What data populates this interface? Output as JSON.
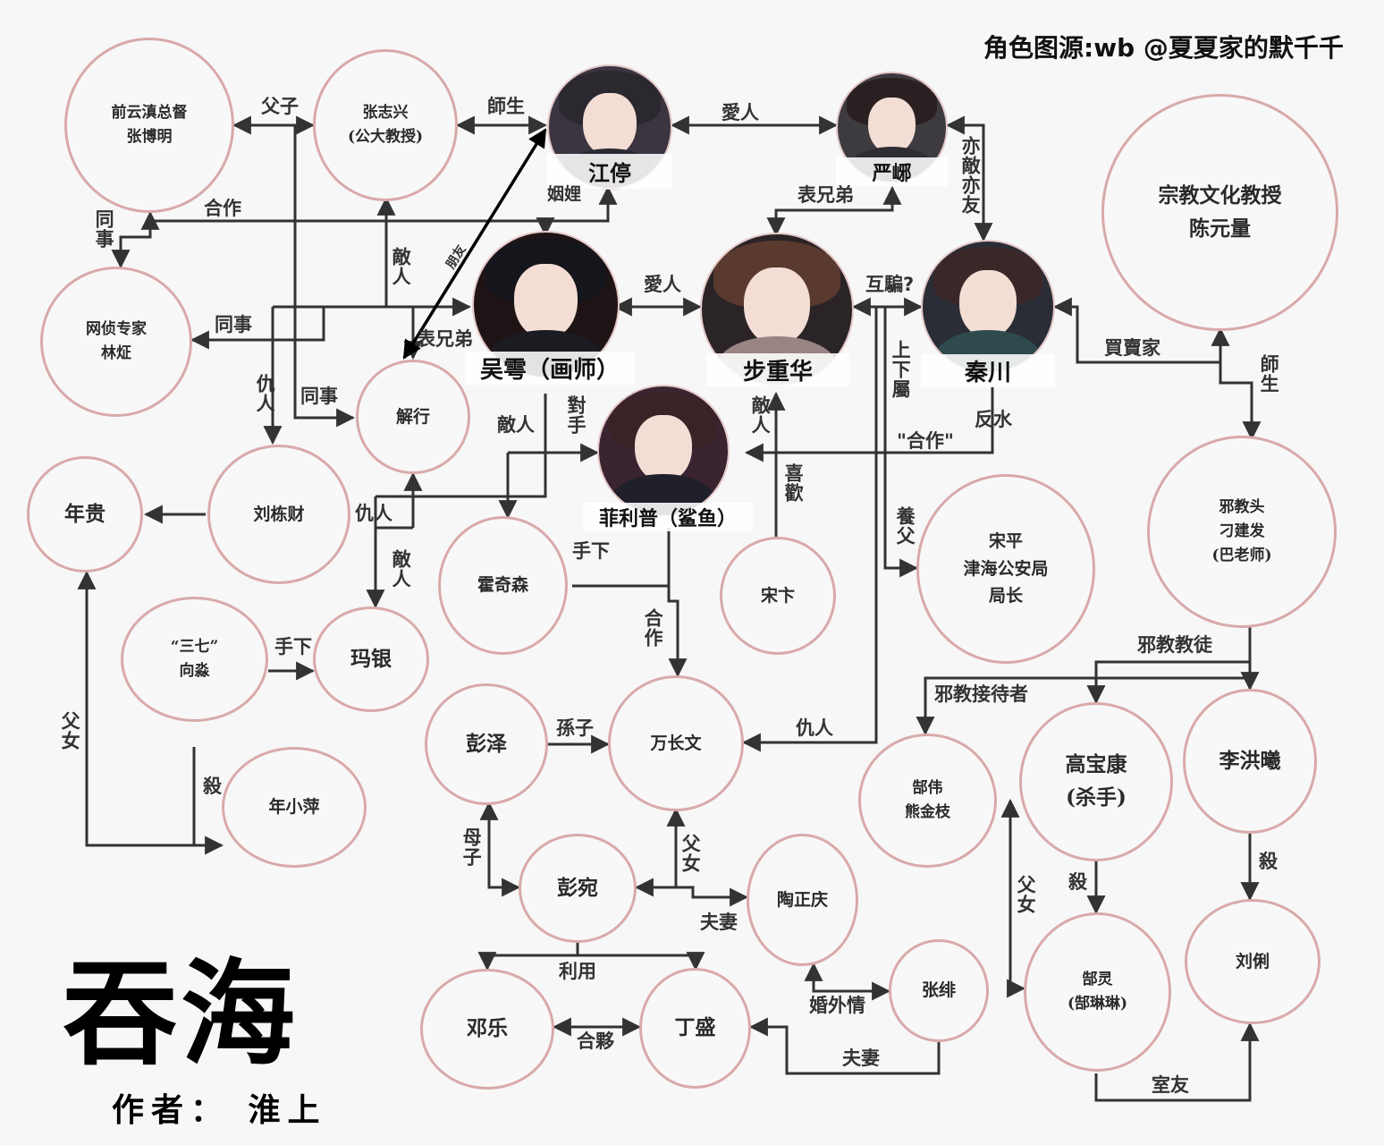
{
  "credit": "角色图源:wb @夏夏家的默千千",
  "title": "吞海",
  "author": "作者：  淮上",
  "characters": {
    "jiang_ting": "江停",
    "yan_xie": "严峫",
    "wu_yu": "吴雩（画师）",
    "bu_chonghua": "步重华",
    "qin_chuan": "秦川",
    "philip": "菲利普（鲨鱼）",
    "zhang_boming": "前云滇总督\n张博明",
    "zhang_zhixing": "张志兴\n(公大教授)",
    "lin_zhi": "网侦专家\n林炡",
    "xie_hang": "解行",
    "nian_gui": "年贵",
    "liu_dongcai": "刘栋财",
    "huo_qisen": "霍奇森",
    "song_bian": "宋卞",
    "song_ping": "宋平\n津海公安局\n局长",
    "chen_yuanliang": "宗教文化教授\n陈元量",
    "diao_jianfa": "邪教头\n刁建发\n(巴老师)",
    "xiang_miao": "“三七”\n向淼",
    "ma_yin": "玛银",
    "nian_xiaoping": "年小萍",
    "peng_ze": "彭泽",
    "wan_changwen": "万长文",
    "peng_wan": "彭宛",
    "tao_zhengqing": "陶正庆",
    "deng_le": "邓乐",
    "ding_sheng": "丁盛",
    "zhang_fei": "张绯",
    "bu_wei": "郜伟\n熊金枝",
    "gao_baokang": "高宝康\n(杀手)",
    "li_hongxi": "李洪曦",
    "gao_ling": "郜灵\n(郜琳琳)",
    "liu_li": "刘俐"
  },
  "relations": {
    "father_son": "父子",
    "teacher_student_1": "師生",
    "lovers_1": "愛人",
    "frenemy": "亦敵亦友",
    "colleague_1": "同事",
    "cooperation_1": "合作",
    "in_laws": "姻娌",
    "cousins_1": "表兄弟",
    "friend": "朋友",
    "enemy_1": "敵人",
    "cousins_2": "表兄弟",
    "lovers_2": "愛人",
    "mutual_deceit": "互騙?",
    "colleague_2": "同事",
    "enemy_vs_1": "仇人",
    "colleague_3": "同事",
    "buyer_seller": "買賣家",
    "teacher_student_2": "師生",
    "superior_subordinate": "上下屬",
    "enemy_2": "敵人",
    "rival": "對手",
    "enemy_3": "敵人",
    "betray": "反水",
    "fake_cooperation": "\"合作\"",
    "like": "喜歡",
    "foster_father": "養父",
    "enemy_vs_2": "仇人",
    "enemy_4": "敵人",
    "subordinate_1": "手下",
    "cooperation_2": "合作",
    "subordinate_2": "手下",
    "cult_followers": "邪教教徒",
    "cult_receptionist": "邪教接待者",
    "grandson": "孫子",
    "enemy_vs_3": "仇人",
    "father_daughter_1": "父女",
    "kill_1": "殺",
    "mother_son": "母子",
    "father_daughter_2": "父女",
    "spouses_1": "夫妻",
    "father_daughter_3": "父女",
    "kill_2": "殺",
    "kill_3": "殺",
    "use": "利用",
    "partners": "合夥",
    "affair": "婚外情",
    "spouses_2": "夫妻",
    "roommates": "室友"
  },
  "colors": {
    "node_border": "#d9a9aa",
    "line": "#333333",
    "background": "#f7f7f7"
  }
}
